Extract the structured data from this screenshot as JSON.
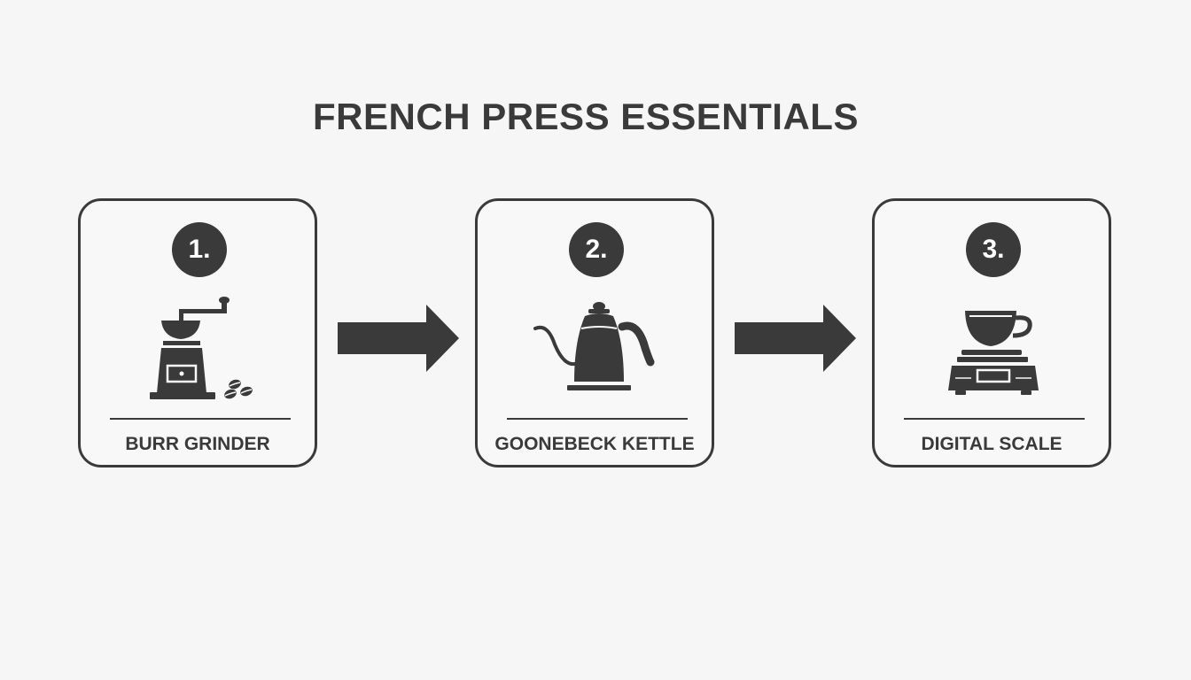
{
  "title": "FRENCH PRESS ESSENTIALS",
  "steps": [
    {
      "number": "1.",
      "label": "BURR GRINDER",
      "icon": "burr-grinder-icon"
    },
    {
      "number": "2.",
      "label": "GOONEBECK KETTLE",
      "icon": "gooseneck-kettle-icon"
    },
    {
      "number": "3.",
      "label": "DIGITAL SCALE",
      "icon": "digital-scale-icon"
    }
  ],
  "colors": {
    "ink": "#3a3a3a",
    "background": "#f6f6f6",
    "badge_text": "#ffffff"
  }
}
